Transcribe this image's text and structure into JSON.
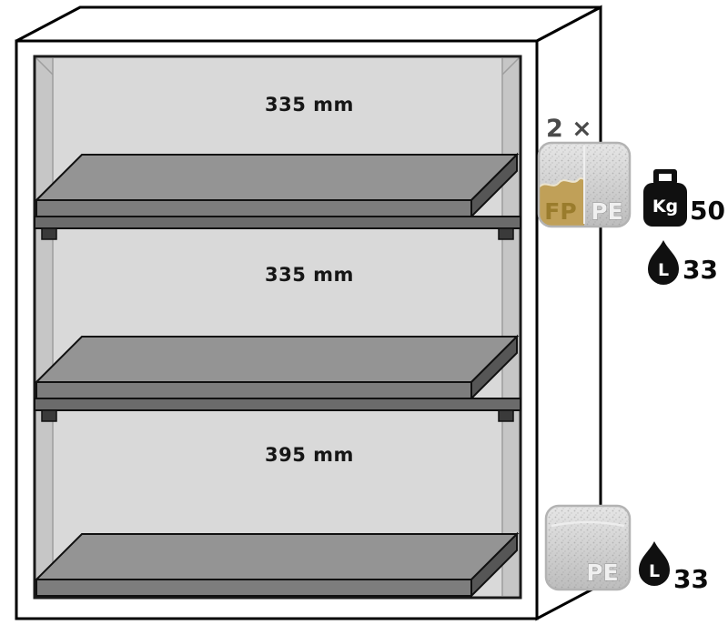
{
  "compartments": [
    {
      "height_label": "335 mm"
    },
    {
      "height_label": "335 mm"
    },
    {
      "height_label": "395 mm"
    }
  ],
  "shelf_annotation": {
    "count_label": "2 ×",
    "material_left": "FP",
    "material_right": "PE",
    "weight_unit": "Kg",
    "weight_value": "50",
    "volume_unit": "L",
    "volume_value": "33"
  },
  "sump_annotation": {
    "material": "PE",
    "volume_unit": "L",
    "volume_value": "33"
  },
  "colors": {
    "fp_gold": "#c0a058",
    "pe_gray": "#c9c9c9",
    "tray_gray": "#8c8c8c",
    "interior_gray": "#d9d9d9",
    "outline_black": "#000000",
    "annotation_gray": "#4a4a4a"
  }
}
